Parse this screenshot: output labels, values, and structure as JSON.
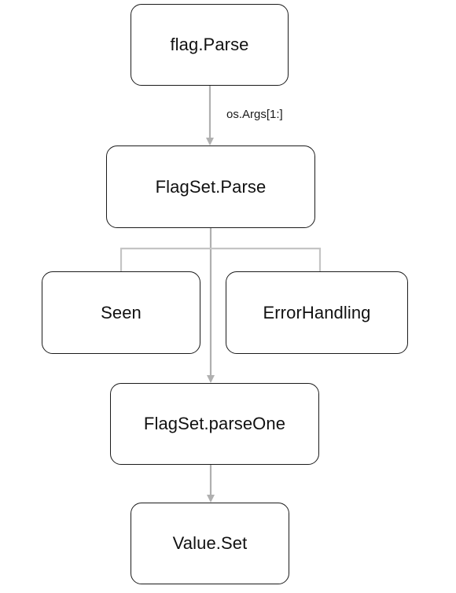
{
  "diagram": {
    "nodes": {
      "flag_parse": "flag.Parse",
      "flagset_parse": "FlagSet.Parse",
      "seen": "Seen",
      "error_handling": "ErrorHandling",
      "parse_one": "FlagSet.parseOne",
      "value_set": "Value.Set"
    },
    "edge_labels": {
      "os_args": "os.Args[1:]"
    },
    "colors": {
      "node_border": "#1b1b1b",
      "connector": "#b0b0b0",
      "background": "#ffffff"
    }
  }
}
